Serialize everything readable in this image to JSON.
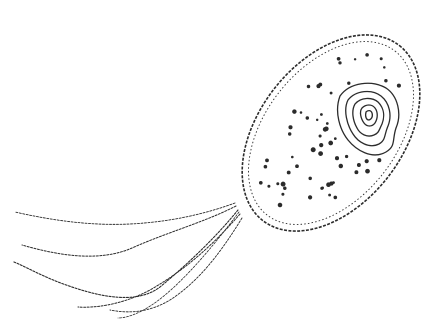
{
  "illustration": {
    "subject": "bacterium-sketch",
    "ink_color": "#2b2b2b",
    "background_color": "#ffffff",
    "parts": [
      "cell-body",
      "nucleoid",
      "ribosomes",
      "flagella"
    ]
  }
}
